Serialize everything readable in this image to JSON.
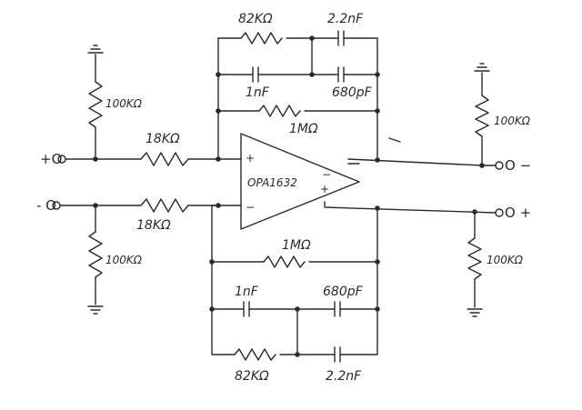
{
  "opamp": {
    "label": "OPA1632",
    "plus_top": "+",
    "minus_top": "−",
    "plus_out": "+",
    "minus_bottom": "−"
  },
  "terminals": {
    "in_pos": "+O",
    "in_neg": "- O",
    "out_neg": "O −",
    "out_pos": "O +"
  },
  "components": {
    "r_in_top": "18KΩ",
    "r_in_bot": "18KΩ",
    "r_gnd_left_top": "100KΩ",
    "r_gnd_left_bot": "100KΩ",
    "r_gnd_right_top": "100KΩ",
    "r_gnd_right_bot": "100KΩ",
    "r_fb_top_82k": "82KΩ",
    "c_fb_top_22n": "2.2nF",
    "c_fb_top_1n": "1nF",
    "c_fb_top_680p": "680pF",
    "r_fb_top_1m": "1MΩ",
    "r_fb_bot_1m": "1MΩ",
    "c_fb_bot_1n": "1nF",
    "c_fb_bot_680p": "680pF",
    "r_fb_bot_82k": "82KΩ",
    "c_fb_bot_22n": "2.2nF"
  }
}
